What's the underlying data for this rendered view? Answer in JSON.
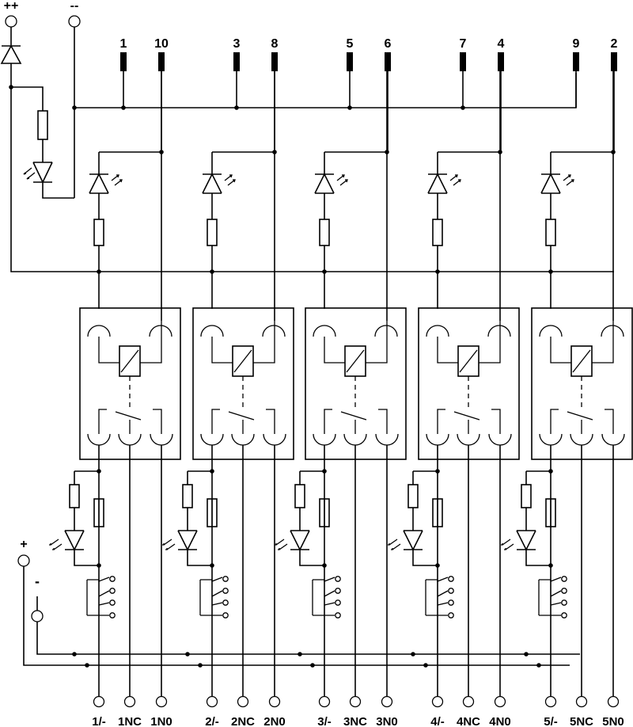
{
  "supply_top": {
    "plus_label": "++",
    "minus_label": "--"
  },
  "input_pins": [
    "1",
    "10",
    "3",
    "8",
    "5",
    "6",
    "7",
    "4",
    "9",
    "2"
  ],
  "supply_bottom": {
    "plus_label": "+",
    "minus_label": "-"
  },
  "channels": [
    {
      "label_com": "1/-",
      "label_nc": "1NC",
      "label_no": "1N0"
    },
    {
      "label_com": "2/-",
      "label_nc": "2NC",
      "label_no": "2N0"
    },
    {
      "label_com": "3/-",
      "label_nc": "3NC",
      "label_no": "3N0"
    },
    {
      "label_com": "4/-",
      "label_nc": "4NC",
      "label_no": "4N0"
    },
    {
      "label_com": "5/-",
      "label_nc": "5NC",
      "label_no": "5N0"
    }
  ]
}
